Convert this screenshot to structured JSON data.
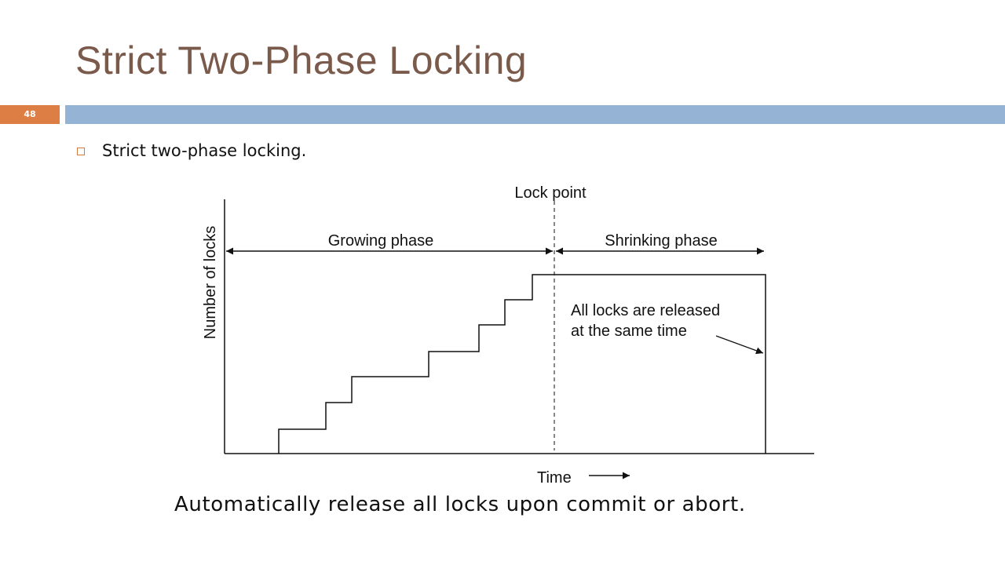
{
  "slide": {
    "title": "Strict Two-Phase Locking",
    "number": "48"
  },
  "bullet": {
    "text": "Strict two-phase locking."
  },
  "diagram": {
    "lock_point_label": "Lock point",
    "growing_label": "Growing phase",
    "shrinking_label": "Shrinking phase",
    "y_axis_label": "Number of locks",
    "x_axis_label": "Time",
    "annotation_line1": "All locks are released",
    "annotation_line2": "at the same time"
  },
  "caption": "Automatically release all locks upon commit or abort.",
  "colors": {
    "title": "#7a5a4b",
    "number_bar": "#dd7f45",
    "header_bar": "#95b3d4",
    "bullet": "#d27a40"
  }
}
